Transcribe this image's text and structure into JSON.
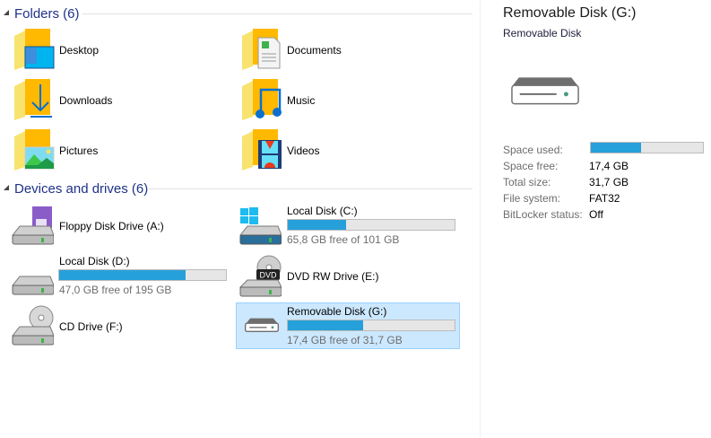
{
  "folders_group": {
    "title": "Folders (6)",
    "items": [
      {
        "name": "Desktop",
        "icon": "desktop-folder-icon"
      },
      {
        "name": "Documents",
        "icon": "documents-folder-icon"
      },
      {
        "name": "Downloads",
        "icon": "downloads-folder-icon"
      },
      {
        "name": "Music",
        "icon": "music-folder-icon"
      },
      {
        "name": "Pictures",
        "icon": "pictures-folder-icon"
      },
      {
        "name": "Videos",
        "icon": "videos-folder-icon"
      }
    ]
  },
  "drives_group": {
    "title": "Devices and drives (6)",
    "items": [
      {
        "name": "Floppy Disk Drive (A:)",
        "icon": "floppy-drive-icon"
      },
      {
        "name": "Local Disk (C:)",
        "free": "65,8 GB free of 101 GB",
        "used_fraction": 0.35,
        "icon": "system-disk-icon"
      },
      {
        "name": "Local Disk (D:)",
        "free": "47,0 GB free of 195 GB",
        "used_fraction": 0.76,
        "icon": "hard-disk-icon"
      },
      {
        "name": "DVD RW Drive (E:)",
        "icon": "dvd-drive-icon",
        "badge": "DVD"
      },
      {
        "name": "CD Drive (F:)",
        "icon": "cd-drive-icon"
      },
      {
        "name": "Removable Disk (G:)",
        "free": "17,4 GB free of 31,7 GB",
        "used_fraction": 0.45,
        "icon": "removable-disk-icon",
        "selected": true
      }
    ]
  },
  "details": {
    "title": "Removable Disk (G:)",
    "subtitle": "Removable Disk",
    "used_fraction": 0.45,
    "props": [
      {
        "label": "Space used:",
        "value": ""
      },
      {
        "label": "Space free:",
        "value": "17,4 GB"
      },
      {
        "label": "Total size:",
        "value": "31,7 GB"
      },
      {
        "label": "File system:",
        "value": "FAT32"
      },
      {
        "label": "BitLocker status:",
        "value": "Off"
      }
    ]
  },
  "colors": {
    "accent": "#26a0da",
    "header": "#1e3287",
    "selection": "#cce8ff"
  }
}
